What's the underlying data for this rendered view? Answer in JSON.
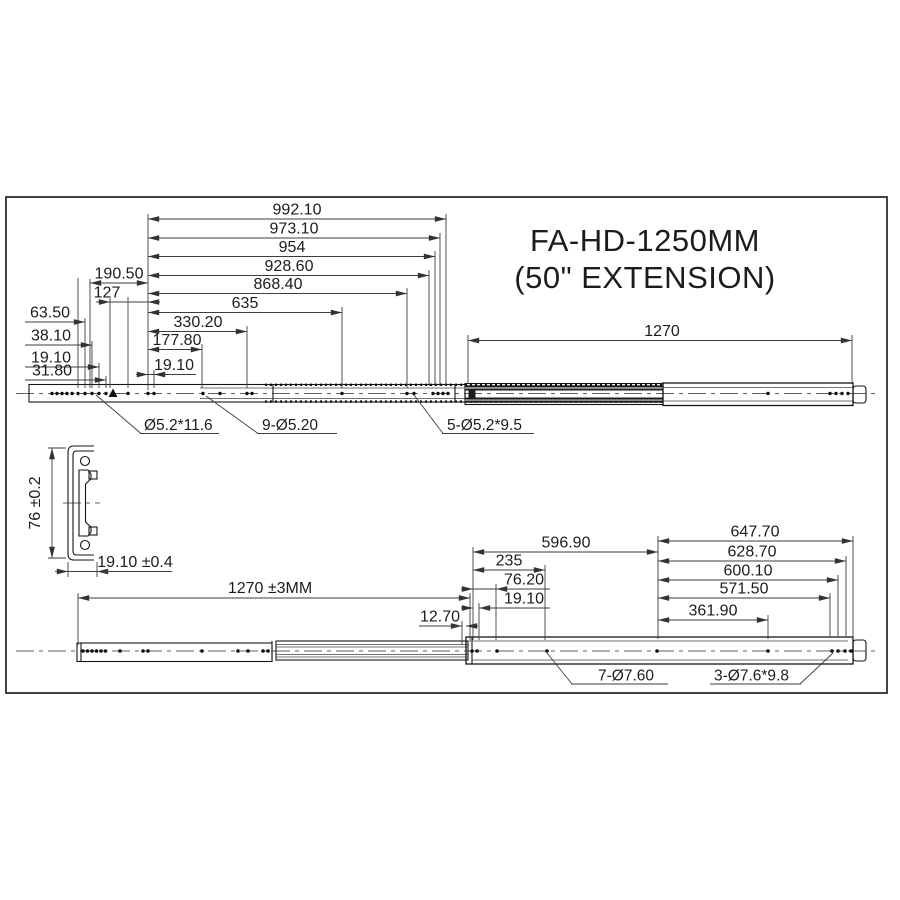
{
  "title": {
    "line1": "FA-HD-1250MM",
    "line2": "(50\" EXTENSION)"
  },
  "top_view": {
    "chain_dims": [
      "992.10",
      "973.10",
      "954",
      "928.60",
      "868.40",
      "635",
      "330.20",
      "177.80",
      "19.10"
    ],
    "left_dims": [
      "190.50",
      "127",
      "63.50",
      "38.10",
      "19.10",
      "31.80"
    ],
    "outer_member_length": "1270",
    "callouts": [
      "Ø5.2*11.6",
      "9-Ø5.20",
      "5-Ø5.2*9.5"
    ]
  },
  "section_view": {
    "height_dim": "76 ±0.2",
    "width_dim": "19.10 ±0.4"
  },
  "bottom_view": {
    "total_length": "1270 ±3MM",
    "left_chain": [
      "596.90",
      "235",
      "76.20",
      "19.10",
      "12.70"
    ],
    "right_chain": [
      "647.70",
      "628.70",
      "600.10",
      "571.50",
      "361.90"
    ],
    "callouts": [
      "7-Ø7.60",
      "3-Ø7.6*9.8"
    ]
  },
  "colors": {
    "line": "#2b2b2b",
    "text": "#1c1c1c",
    "background": "#ffffff"
  }
}
